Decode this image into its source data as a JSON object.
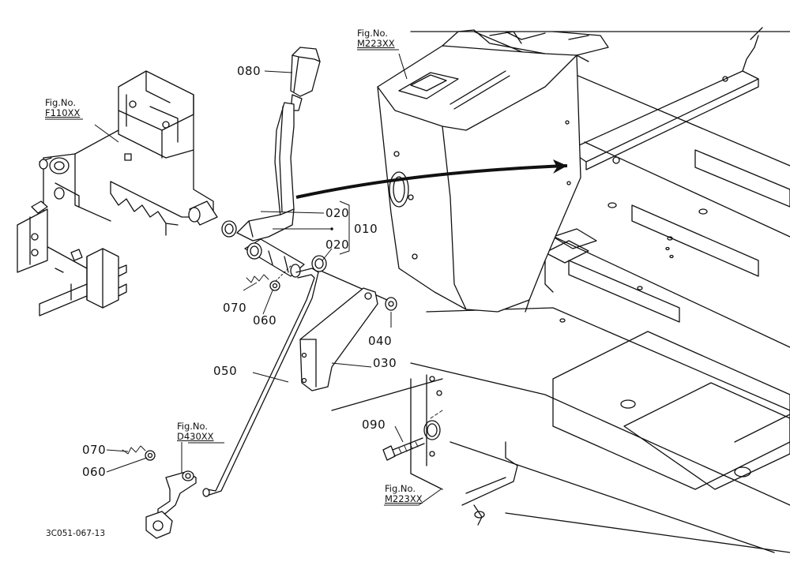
{
  "figure_id": "3C051-067-13",
  "fig_refs": [
    {
      "key": "f110",
      "label": "Fig.No.",
      "code": "F110XX"
    },
    {
      "key": "m223_top",
      "label": "Fig.No.",
      "code": "M223XX"
    },
    {
      "key": "d430",
      "label": "Fig.No.",
      "code": "D430XX"
    },
    {
      "key": "m223_bottom",
      "label": "Fig.No.",
      "code": "M223XX"
    }
  ],
  "part_labels": {
    "p080": "080",
    "p020a": "020",
    "p010": "010",
    "p020b": "020",
    "p070a": "070",
    "p060a": "060",
    "p040": "040",
    "p030": "030",
    "p050": "050",
    "p090": "090",
    "p070b": "070",
    "p060b": "060"
  }
}
